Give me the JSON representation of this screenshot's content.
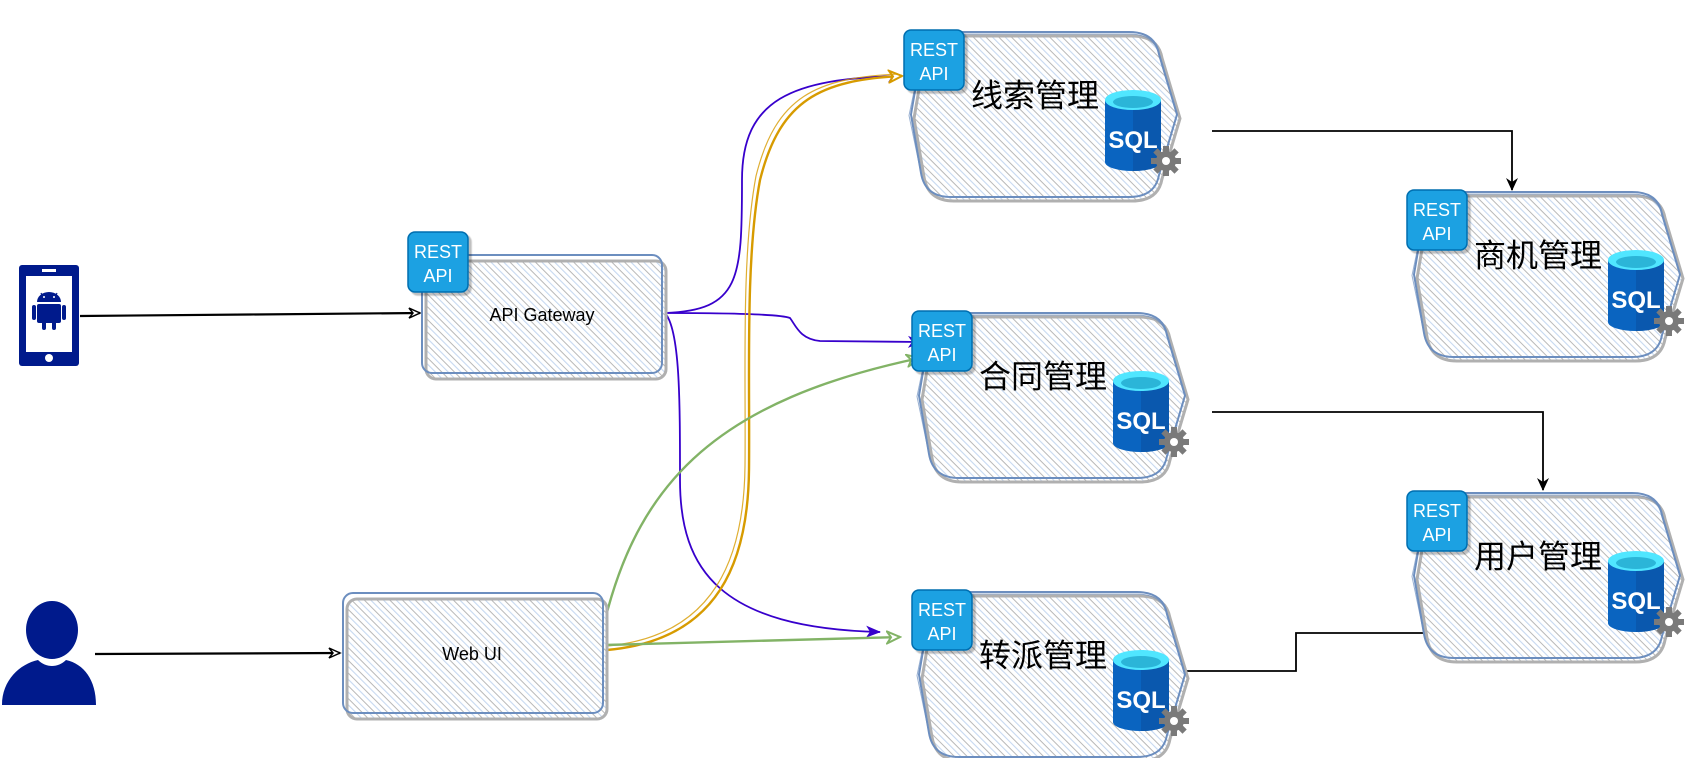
{
  "diagram": {
    "colors": {
      "actor": "#001a8c",
      "box_stroke": "#6c8ebf",
      "box_hatch": "#dae8fc",
      "rest_badge": "#1ba1e2",
      "rest_badge_stroke": "#006eaf",
      "gateway_edges": "#3700cc",
      "webui_to_leads": "#d79b00",
      "webui_edges": "#82b366",
      "sync_edges": "#000000"
    },
    "actors": [
      {
        "id": "android-client",
        "icon": "android-phone-icon"
      },
      {
        "id": "web-user",
        "icon": "user-icon"
      }
    ],
    "boxes": {
      "api_gateway": {
        "label": "API Gateway",
        "badge": "REST\nAPI"
      },
      "web_ui": {
        "label": "Web UI"
      }
    },
    "rest_badge": {
      "line1": "REST",
      "line2": "API"
    },
    "sql_badge": {
      "label": "SQL"
    },
    "services": [
      {
        "id": "leads",
        "label": "线索管理",
        "has_rest": true,
        "has_sql": true
      },
      {
        "id": "opportunity",
        "label": "商机管理",
        "has_rest": true,
        "has_sql": true
      },
      {
        "id": "contract",
        "label": "合同管理",
        "has_rest": true,
        "has_sql": true
      },
      {
        "id": "user",
        "label": "用户管理",
        "has_rest": true,
        "has_sql": true
      },
      {
        "id": "dispatch",
        "label": "转派管理",
        "has_rest": true,
        "has_sql": true
      }
    ],
    "edges": [
      {
        "from": "android-client",
        "to": "api_gateway"
      },
      {
        "from": "web-user",
        "to": "web_ui"
      },
      {
        "from": "api_gateway",
        "to": "leads"
      },
      {
        "from": "api_gateway",
        "to": "contract"
      },
      {
        "from": "api_gateway",
        "to": "dispatch"
      },
      {
        "from": "web_ui",
        "to": "leads"
      },
      {
        "from": "web_ui",
        "to": "contract"
      },
      {
        "from": "web_ui",
        "to": "dispatch"
      },
      {
        "from": "leads",
        "to": "opportunity"
      },
      {
        "from": "contract",
        "to": "user"
      },
      {
        "from": "dispatch",
        "to": "user"
      }
    ]
  }
}
